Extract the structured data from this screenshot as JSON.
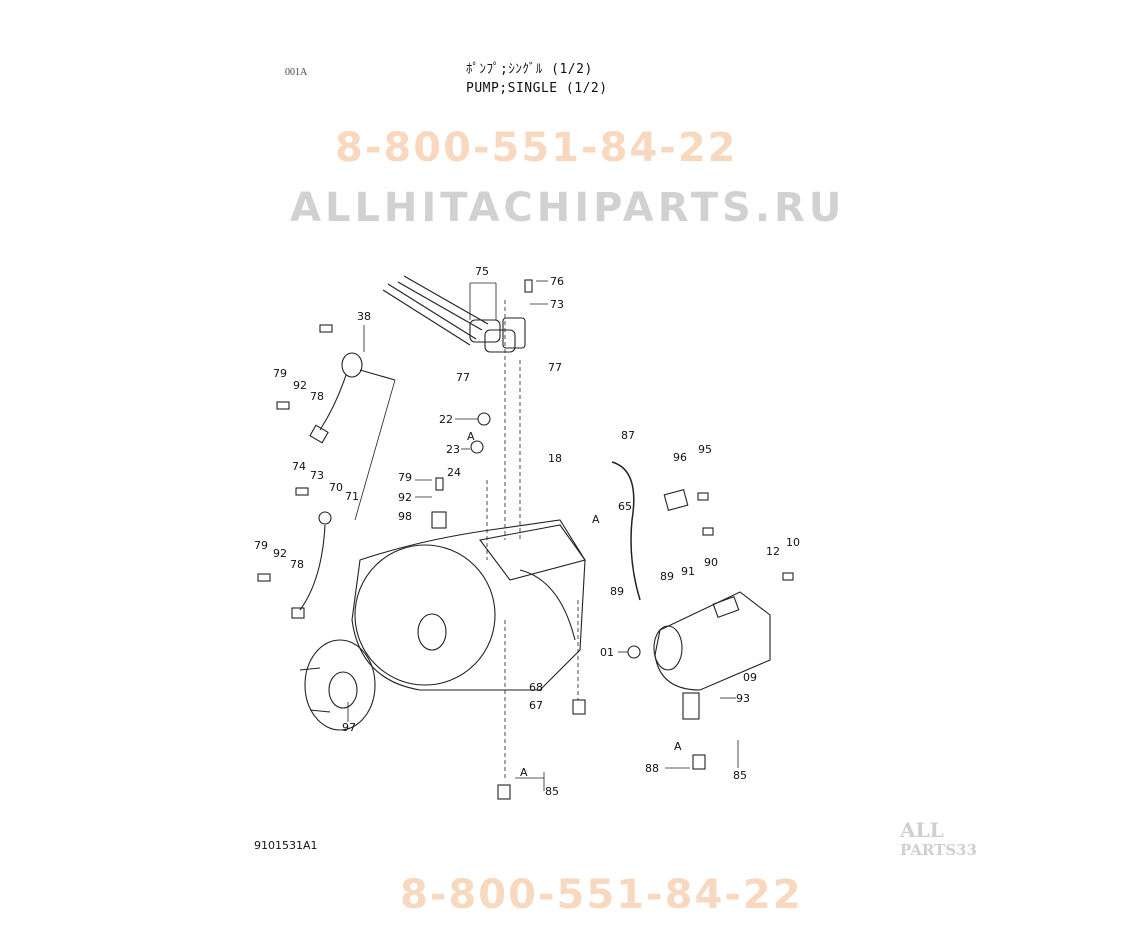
{
  "header": {
    "page_code": "001A",
    "title_jp": "ﾎﾟﾝﾌﾟ;ｼﾝｸﾞﾙ (1/2)",
    "title_en": "PUMP;SINGLE (1/2)"
  },
  "footer": {
    "drawing_number": "9101531A1"
  },
  "watermarks": {
    "phone": "8-800-551-84-22",
    "site": "ALLHITACHIPARTS.RU",
    "logo_line1": "ALL",
    "logo_line2": "PARTS33"
  },
  "callouts": [
    "76",
    "75",
    "73",
    "38",
    "77",
    "77",
    "79",
    "92",
    "78",
    "22",
    "A",
    "87",
    "23",
    "18",
    "95",
    "96",
    "24",
    "79",
    "74",
    "73",
    "70",
    "71",
    "92",
    "65",
    "A",
    "98",
    "10",
    "12",
    "79",
    "92",
    "78",
    "89",
    "91",
    "90",
    "89",
    "01",
    "09",
    "68",
    "93",
    "67",
    "A",
    "88",
    "85",
    "97",
    "A",
    "85"
  ]
}
